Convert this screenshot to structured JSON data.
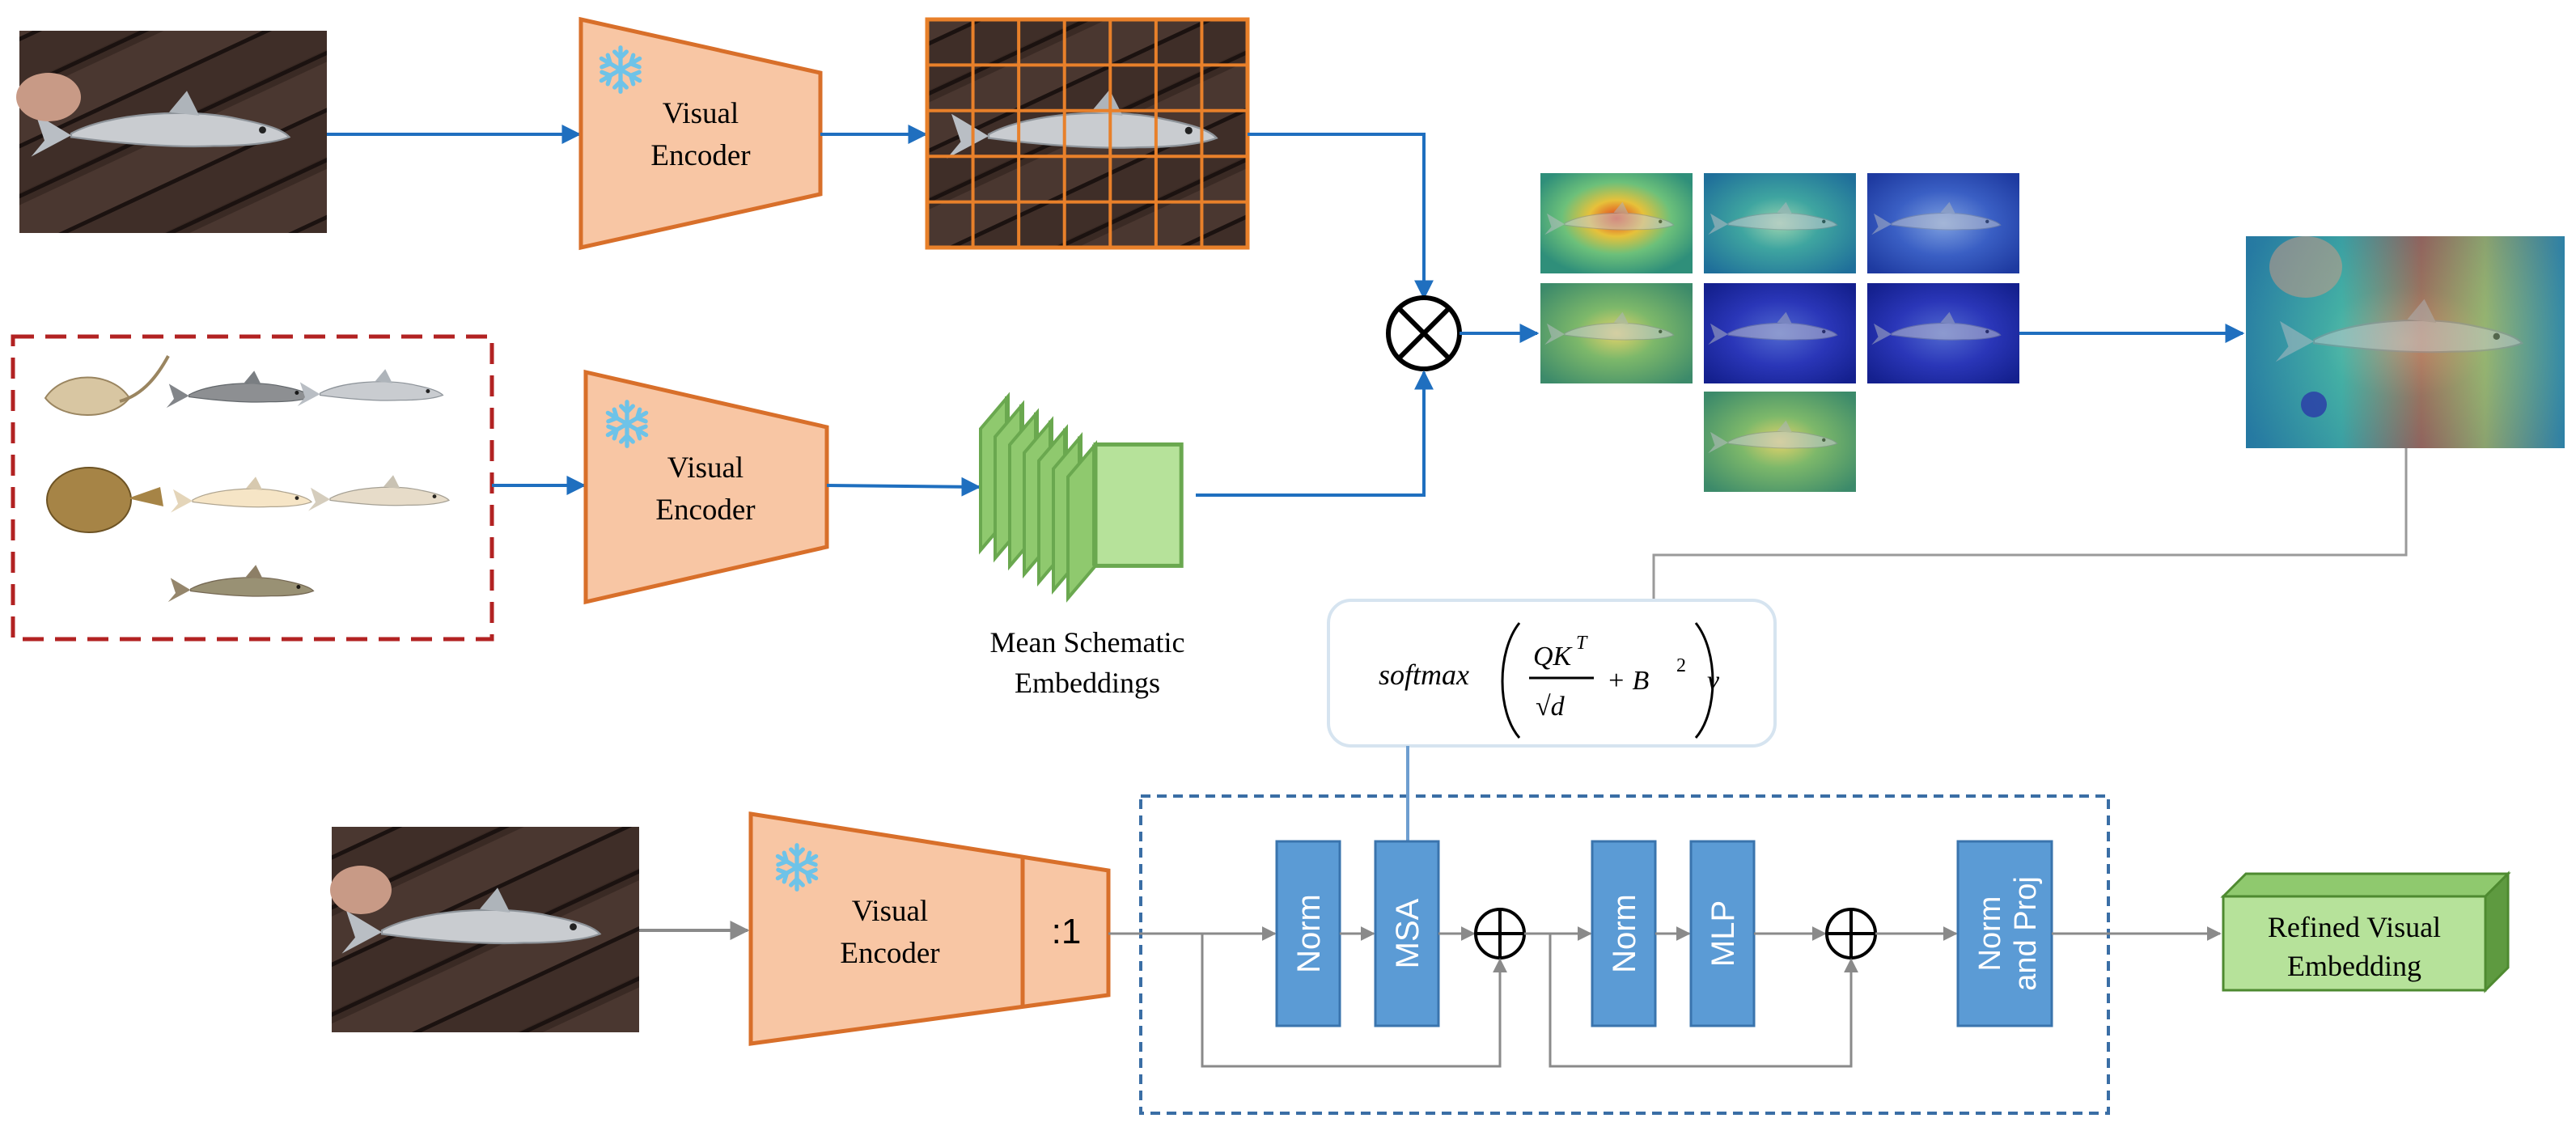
{
  "diagram": {
    "encoders": {
      "top_label_line1": "Visual",
      "top_label_line2": "Encoder",
      "middle_label_line1": "Visual",
      "middle_label_line2": "Encoder",
      "bottom_label_line1": "Visual",
      "bottom_label_line2": "Encoder",
      "cls_token_label": ":1"
    },
    "embeddings": {
      "caption_line1": "Mean Schematic",
      "caption_line2": "Embeddings"
    },
    "attention": {
      "formula": {
        "fn": "softmax",
        "numerator": "QK",
        "numerator_sup": "T",
        "denominator": "√d",
        "bias": "+ B",
        "bias_sup": "2",
        "value": "v"
      }
    },
    "transformer": {
      "norm1": "Norm",
      "msa": "MSA",
      "norm2": "Norm",
      "mlp": "MLP",
      "norm_proj_line1": "Norm",
      "norm_proj_line2": "and Proj"
    },
    "output": {
      "label_line1": "Refined Visual",
      "label_line2": "Embedding"
    },
    "icons": [
      "snowflake-icon",
      "multiply-operator-icon",
      "add-operator-icon"
    ],
    "colors": {
      "encoder_fill": "#f8c6a4",
      "encoder_stroke": "#d86f2a",
      "embedding_fill": "#b6e29a",
      "embedding_stroke": "#6aa84f",
      "block_fill": "#5b9bd5",
      "block_stroke": "#3a74ad",
      "arrow_blue": "#1f6fbf",
      "arrow_gray": "#8a8a8a",
      "dashed_red": "#b22222",
      "dashed_blue": "#3a6ea5",
      "snowflake": "#6ec3e8"
    }
  }
}
